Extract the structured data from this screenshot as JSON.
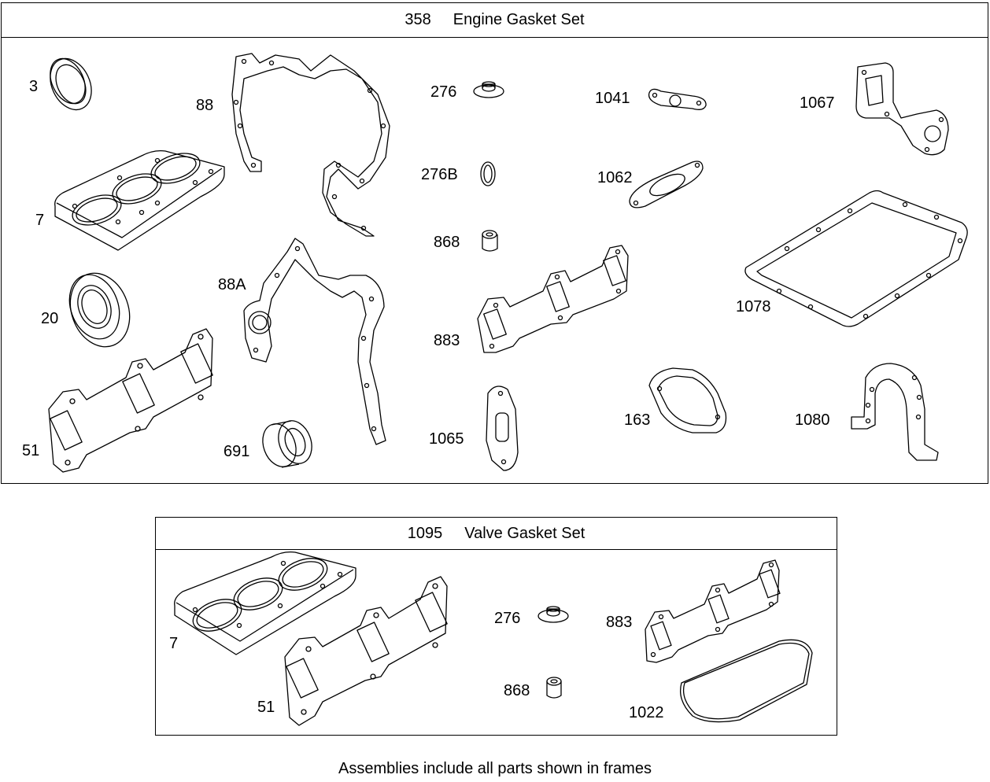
{
  "engine_set": {
    "number": "358",
    "title": "Engine Gasket Set"
  },
  "valve_set": {
    "number": "1095",
    "title": "Valve Gasket Set"
  },
  "engine_labels": {
    "p3": "3",
    "p88": "88",
    "p276": "276",
    "p1041": "1041",
    "p1067": "1067",
    "p7": "7",
    "p276b": "276B",
    "p1062": "1062",
    "p868": "868",
    "p88a": "88A",
    "p20": "20",
    "p1078": "1078",
    "p883": "883",
    "p51": "51",
    "p691": "691",
    "p1065": "1065",
    "p163": "163",
    "p1080": "1080"
  },
  "valve_labels": {
    "p7": "7",
    "p51": "51",
    "p276": "276",
    "p883": "883",
    "p868": "868",
    "p1022": "1022"
  },
  "footer": "Assemblies include all parts shown in frames"
}
